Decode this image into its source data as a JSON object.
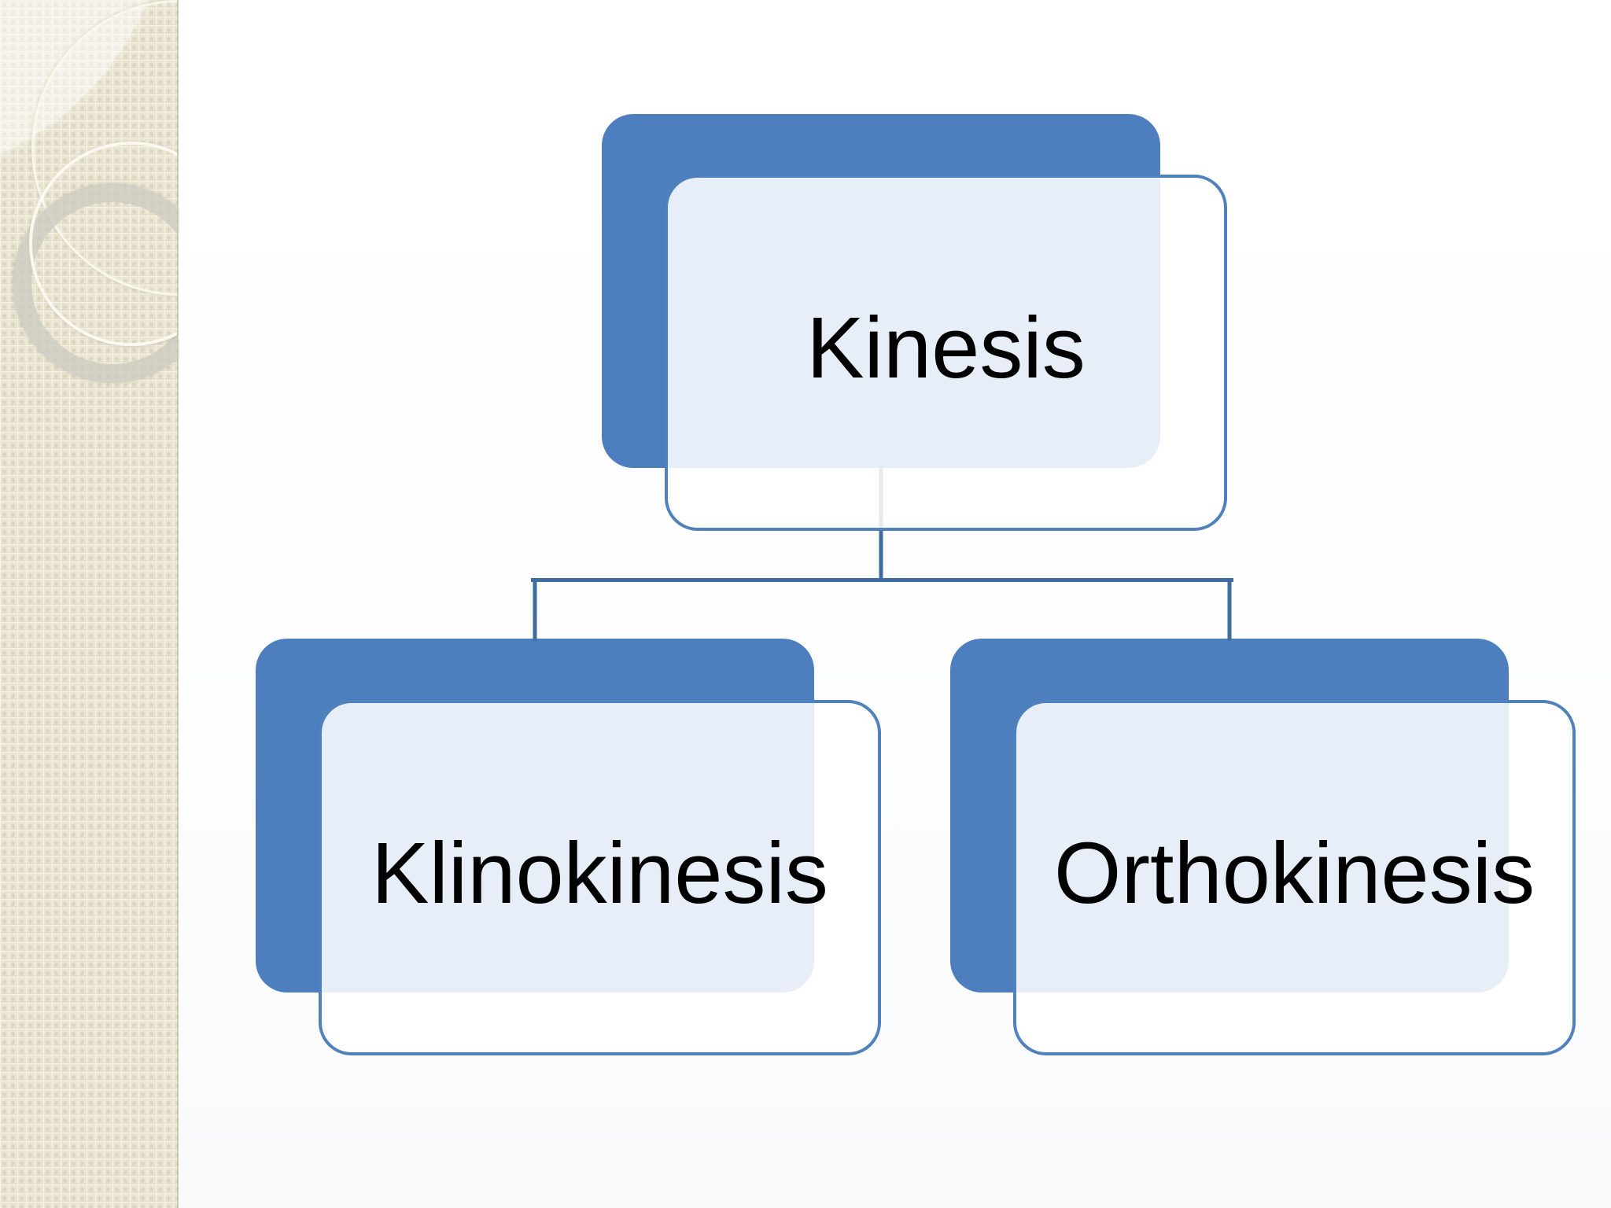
{
  "diagram": {
    "type": "hierarchy",
    "root": {
      "label": "Kinesis"
    },
    "children": [
      {
        "label": "Klinokinesis"
      },
      {
        "label": "Orthokinesis"
      }
    ]
  },
  "colors": {
    "node_fill": "#4d7fbf",
    "node_card_fill": "rgba(255,255,255,0.87)",
    "node_card_border": "#4f81bd",
    "connector": "#3f6da1",
    "label_text": "#000000",
    "sidebar_base": "#e9e5d2",
    "slide_background": "#ffffff"
  }
}
